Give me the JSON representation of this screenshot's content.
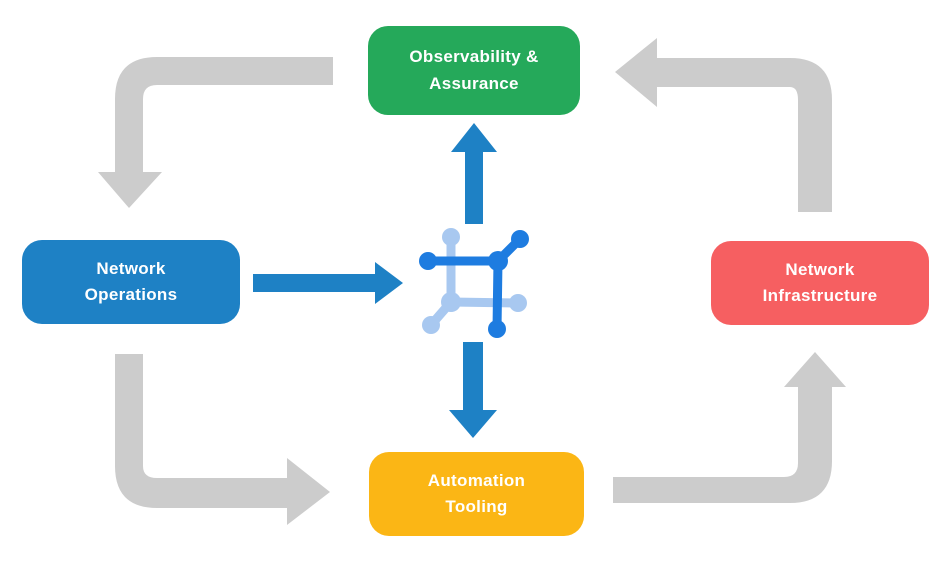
{
  "canvas": {
    "background": "#FFFFFF",
    "node_text_color": "#FFFFFF"
  },
  "nodes": {
    "observability": {
      "label": "Observability &\nAssurance",
      "color": "#25A95A"
    },
    "operations": {
      "label": "Network\nOperations",
      "color": "#1E81C5"
    },
    "infrastructure": {
      "label": "Network\nInfrastructure",
      "color": "#F65F61"
    },
    "automation": {
      "label": "Automation\nTooling",
      "color": "#FBB615"
    }
  },
  "center_icon": {
    "name": "network-mesh-icon",
    "dark_color": "#1E7CE0",
    "light_color": "#A8C8F0"
  },
  "flows": {
    "outer_color": "#CCCCCC",
    "inner_color": "#1E81C5",
    "outer": [
      "Observability & Assurance → Network Operations",
      "Network Operations → Automation Tooling",
      "Automation Tooling → Network Infrastructure",
      "Network Infrastructure → Observability & Assurance"
    ],
    "inner": [
      "Network Operations → Center",
      "Center → Observability & Assurance",
      "Center → Automation Tooling"
    ]
  }
}
